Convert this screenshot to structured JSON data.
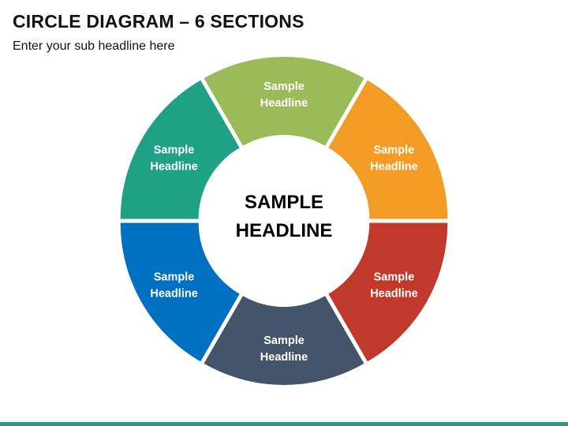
{
  "title": "CIRCLE DIAGRAM – 6 SECTIONS",
  "subtitle": "Enter your sub headline here",
  "diagram": {
    "center": {
      "line1": "SAMPLE",
      "line2": "HEADLINE"
    },
    "segments": [
      {
        "line1": "Sample",
        "line2": "Headline",
        "color": "#9BBB59"
      },
      {
        "line1": "Sample",
        "line2": "Headline",
        "color": "#F39C25"
      },
      {
        "line1": "Sample",
        "line2": "Headline",
        "color": "#C0392B"
      },
      {
        "line1": "Sample",
        "line2": "Headline",
        "color": "#44546A"
      },
      {
        "line1": "Sample",
        "line2": "Headline",
        "color": "#0070C0"
      },
      {
        "line1": "Sample",
        "line2": "Headline",
        "color": "#1FA186"
      }
    ]
  },
  "accent_color": "#1FA186"
}
